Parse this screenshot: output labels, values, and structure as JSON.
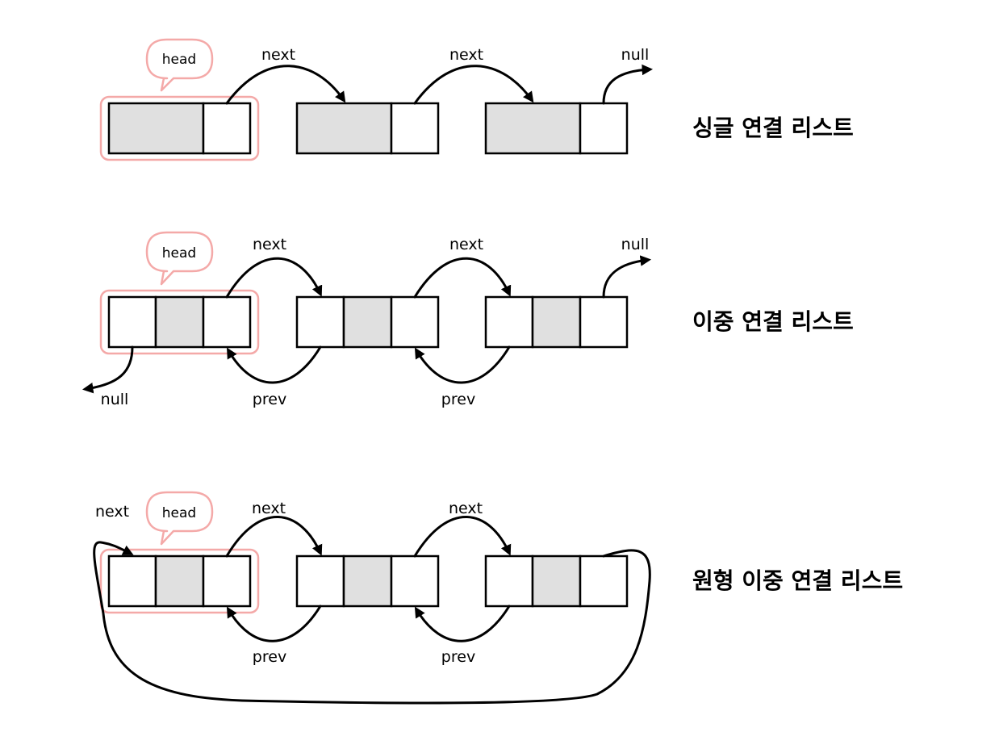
{
  "colors": {
    "data_cell": "#e0e0e0",
    "pointer_cell": "#ffffff",
    "head_highlight": "#f4a9a8",
    "stroke": "#000000"
  },
  "singly": {
    "title": "싱글 연결 리스트",
    "head_label": "head",
    "next_labels": [
      "next",
      "next"
    ],
    "tail_null_label": "null"
  },
  "doubly": {
    "title": "이중 연결 리스트",
    "head_label": "head",
    "next_labels": [
      "next",
      "next"
    ],
    "prev_labels": [
      "prev",
      "prev"
    ],
    "tail_null_label": "null",
    "head_null_label": "null"
  },
  "circular": {
    "title": "원형 이중 연결 리스트",
    "head_label": "head",
    "wrap_next_label": "next",
    "next_labels": [
      "next",
      "next"
    ],
    "prev_labels": [
      "prev",
      "prev"
    ]
  }
}
